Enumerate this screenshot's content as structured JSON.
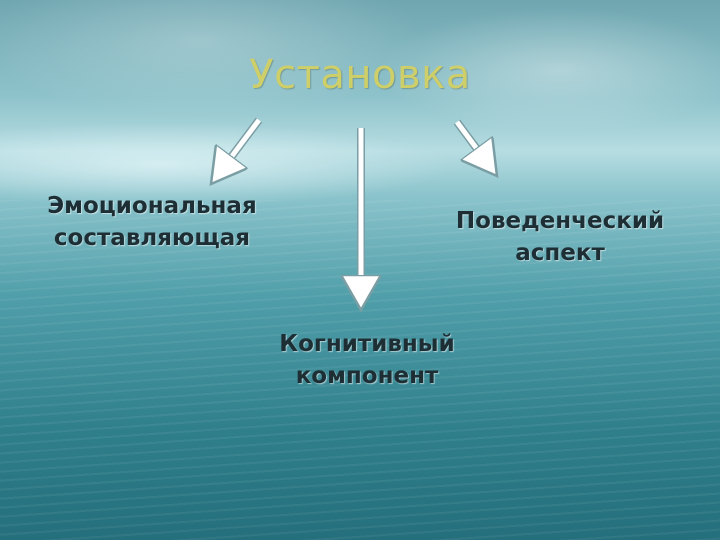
{
  "title": "Установка",
  "nodes": {
    "emotional": [
      "Эмоциональная",
      "составляющая"
    ],
    "behavioral": [
      "Поведенческий",
      "аспект"
    ],
    "cognitive": [
      "Когнитивный",
      "компонент"
    ]
  }
}
